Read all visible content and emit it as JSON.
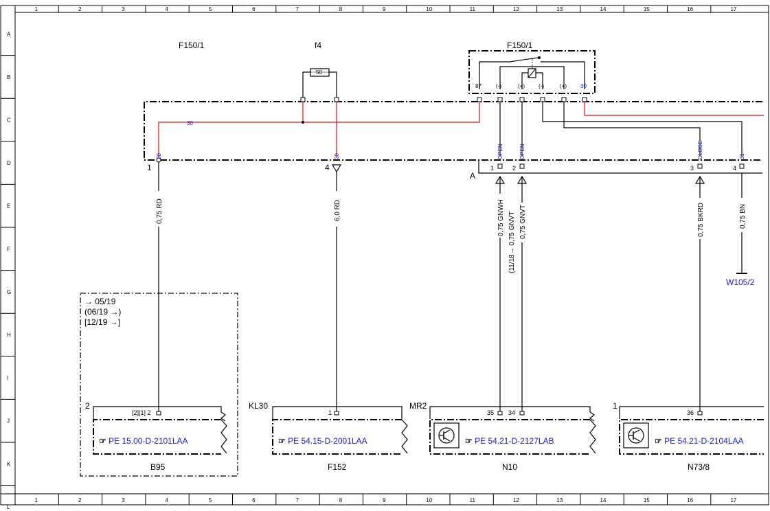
{
  "ruler": {
    "columns": [
      "1",
      "2",
      "3",
      "4",
      "5",
      "6",
      "7",
      "8",
      "9",
      "10",
      "11",
      "12",
      "13",
      "14",
      "15",
      "16",
      "17"
    ],
    "rows": [
      "A",
      "B",
      "C",
      "D",
      "E",
      "F",
      "G",
      "H",
      "I",
      "J",
      "K",
      "L"
    ]
  },
  "top_labels": {
    "left_f150": "F150/1",
    "fuse": "f4",
    "relay_f150": "F150/1"
  },
  "fuse_value": "50",
  "relay_pins": {
    "p87": "87",
    "pm1": "(-)",
    "pp1": "(+)",
    "pm2": "(-)",
    "pp2": "(+)",
    "p30": "30"
  },
  "wire_codes": {
    "left": "30",
    "red_top": "30",
    "fuse": "30",
    "open1": "OPEN",
    "open2": "OPEN",
    "close": "CLOSE",
    "gnd": "31"
  },
  "connector_labels": {
    "n1": "1",
    "n4": "4",
    "a": "A",
    "a1": "1",
    "a2": "2",
    "a3": "3",
    "a4": "4"
  },
  "wires": {
    "w1": "0,75 RD",
    "w2": "6,0 RD",
    "w3": "0,75 GNWH",
    "w4": "0,75 GNVT",
    "w4_note": "(11/18→",
    "w5": "0,75 GNVT",
    "w6": "0,75 BKRD",
    "w7": "0,75 BN"
  },
  "ground_ref": "W105/2",
  "b95_notes": [
    "→ 05/19",
    "(06/19 →)",
    "[12/19 →]"
  ],
  "components": {
    "b95": {
      "corner": "2",
      "pin": "[2][1] 2",
      "ref": "PE 15.00-D-2101LAA",
      "name": "B95"
    },
    "f152": {
      "corner": "KL30",
      "pin": "1",
      "ref": "PE 54.15-D-2001LAA",
      "name": "F152"
    },
    "n10": {
      "corner": "MR2",
      "pin1": "35",
      "pin2": "34",
      "ref": "PE 54.21-D-2127LAB",
      "name": "N10"
    },
    "n73": {
      "corner": "1",
      "pin": "36",
      "ref": "PE 54.21-D-2104LAA",
      "name": "N73/8"
    }
  },
  "colors": {
    "red_wire": "#e01010",
    "blue_text": "#1a1adb"
  }
}
